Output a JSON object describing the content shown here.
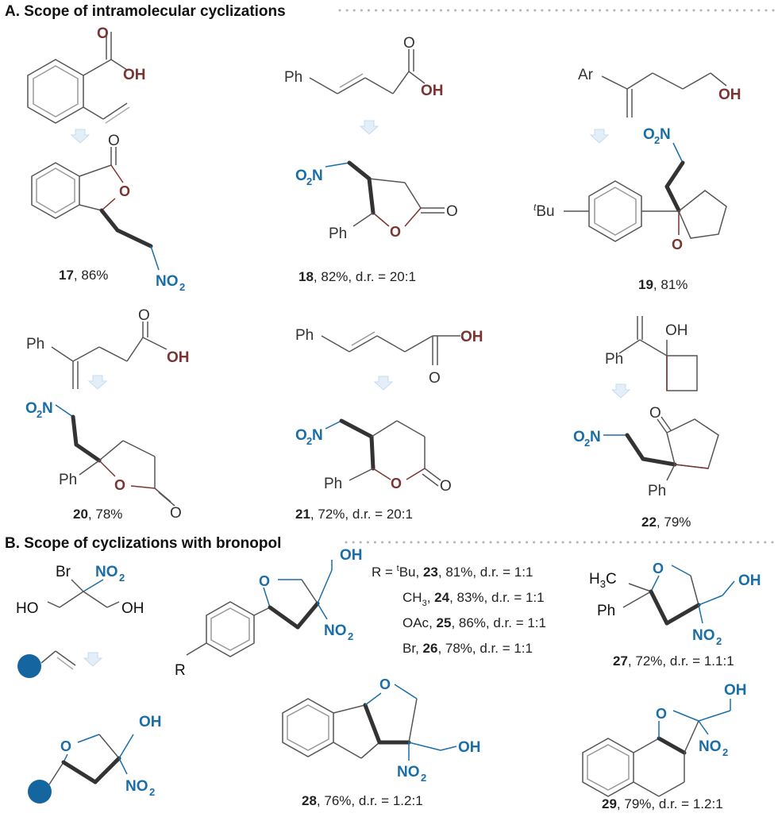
{
  "sectionA": {
    "title": "A. Scope of intramolecular cyclizations",
    "compounds": [
      {
        "id": "17",
        "yield": ", 86%"
      },
      {
        "id": "18",
        "yield": ", 82%, d.r. = 20:1"
      },
      {
        "id": "19",
        "yield": ", 81%"
      },
      {
        "id": "20",
        "yield": ", 78%"
      },
      {
        "id": "21",
        "yield": ", 72%, d.r. = 20:1"
      },
      {
        "id": "22",
        "yield": ", 79%"
      }
    ]
  },
  "sectionB": {
    "title": "B. Scope of cyclizations with bronopol",
    "r_prefix": "R = ",
    "r_series": [
      {
        "group": "tBu",
        "id": "23",
        "yield": ", 81%, d.r. = 1:1"
      },
      {
        "group": "CH3",
        "id": "24",
        "yield": ", 83%, d.r. = 1:1"
      },
      {
        "group": "OAc",
        "id": "25",
        "yield": ", 86%, d.r. = 1:1"
      },
      {
        "group": "Br",
        "id": "26",
        "yield": ", 78%, d.r. = 1:1"
      }
    ],
    "compounds": [
      {
        "id": "27",
        "yield": ", 72%, d.r. = 1.1:1"
      },
      {
        "id": "28",
        "yield": ", 76%, d.r. = 1.2:1"
      },
      {
        "id": "29",
        "yield": ", 79%, d.r. = 1.2:1"
      }
    ]
  },
  "atoms": {
    "OH": "OH",
    "O": "O",
    "Ph": "Ph",
    "Ar": "Ar",
    "Bu": "Bu",
    "t": "t",
    "NO": "NO",
    "N": "N",
    "O2": "O",
    "sub2": "2",
    "Br": "Br",
    "HO": "HO",
    "R": "R",
    "H3C": "H",
    "sub3": "3",
    "C": "C"
  },
  "colors": {
    "oxygen": "#7a3432",
    "nitro": "#1a6ea8",
    "substrate_dot": "#1565a0"
  }
}
